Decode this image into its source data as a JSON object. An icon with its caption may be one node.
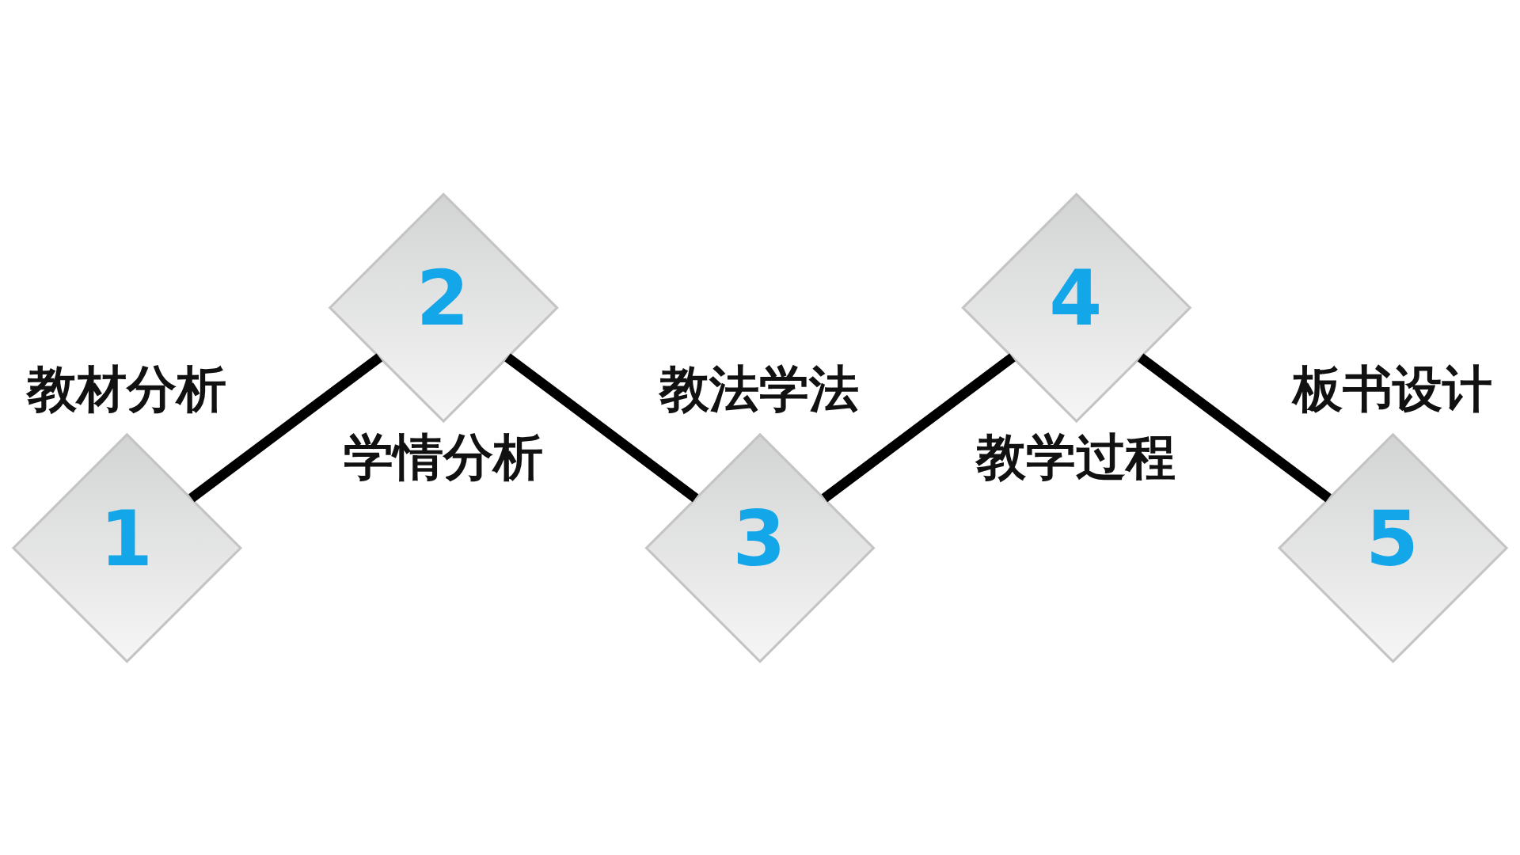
{
  "diagram": {
    "nodes": [
      {
        "text": [
          "1"
        ],
        "beside": [
          "教材分析"
        ]
      },
      {
        "text": [
          "2"
        ],
        "beside": [
          "学情分析"
        ]
      },
      {
        "text": [
          "3"
        ],
        "beside": [
          "教法学法"
        ]
      },
      {
        "text": [
          "4"
        ],
        "beside": [
          "教学过程"
        ]
      },
      {
        "text": [
          "5"
        ],
        "beside": [
          "板书设计"
        ]
      }
    ],
    "edges": [
      {
        "from": 0,
        "to": 1,
        "arrow": "none"
      },
      {
        "from": 1,
        "to": 2,
        "arrow": "none"
      },
      {
        "from": 2,
        "to": 3,
        "arrow": "none"
      },
      {
        "from": 3,
        "to": 4,
        "arrow": "none"
      }
    ]
  }
}
